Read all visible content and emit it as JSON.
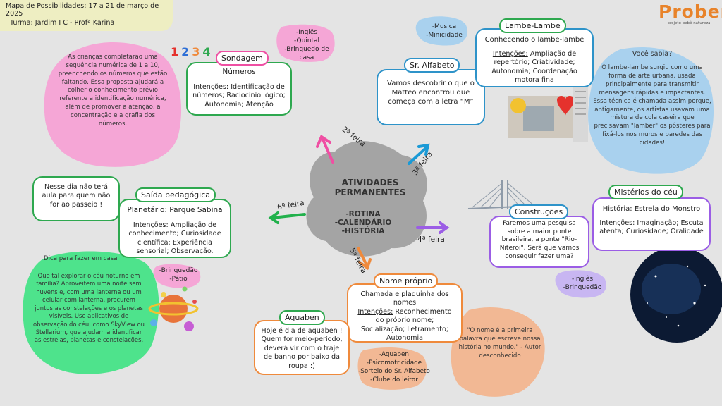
{
  "header": {
    "title": "Mapa de Possibilidades: 17 a 21 de março de 2025",
    "subtitle": "Turma: Jardim I C - Profª Karina"
  },
  "logo": {
    "text": "Proben",
    "tagline": "projeto bebê natureza"
  },
  "center": {
    "title_line1": "ATIVIDADES",
    "title_line2": "PERMANENTES",
    "items": [
      "-ROTINA",
      "-CALENDÁRIO",
      "-HISTÓRIA"
    ]
  },
  "days": {
    "d2": "2ª feira",
    "d3": "3ª feira",
    "d4": "4ª feira",
    "d5": "5ª feira",
    "d6": "6ª feira"
  },
  "sondagem": {
    "tag": "Sondagem",
    "numbers_deco": "1 2 3 4",
    "title": "Números",
    "intencoes_label": "Intenções:",
    "intencoes": "Identificação de números; Raciocínio lógico; Autonomia; Atenção",
    "extras": [
      "-Inglês",
      "-Quintal",
      "-Brinquedo de casa"
    ],
    "note": "As crianças completarão uma sequência numérica de 1 a 10, preenchendo os números que estão faltando. Essa proposta ajudará a colher o conhecimento prévio referente a identificação numérica, além de promover a atenção, a concentração e a grafia dos números."
  },
  "alfabeto": {
    "tag": "Sr. Alfabeto",
    "text": "Vamos descobrir o que o Matteo encontrou que começa com a letra “M”",
    "extras": [
      "-Musica",
      "-Minicidade"
    ]
  },
  "lambe": {
    "tag": "Lambe-Lambe",
    "title": "Conhecendo o lambe-lambe",
    "intencoes_label": "Intenções:",
    "intencoes": "Ampliação de repertório; Criatividade; Autonomia; Coordenação motora fina",
    "note_title": "Você sabia?",
    "note": "O lambe-lambe surgiu como uma forma de arte urbana, usada principalmente para transmitir mensagens rápidas e impactantes. Essa técnica é chamada assim porque, antigamente, os artistas usavam uma mistura de cola caseira que precisavam \"lamber\" os pôsteres para fixá-los nos muros e paredes das cidades!"
  },
  "misterios": {
    "tag": "Mistérios do céu",
    "title": "História: Estrela do Monstro",
    "intencoes_label": "Intenções:",
    "intencoes": "Imaginação; Escuta atenta; Curiosidade; Oralidade"
  },
  "construcoes": {
    "tag": "Construções",
    "text": "Faremos uma pesquisa sobre a maior ponte brasileira, a ponte \"Rio-Niteroi\". Será que vamos conseguir fazer uma?",
    "extras": [
      "-Inglês",
      "-Brinquedão"
    ]
  },
  "nome": {
    "tag": "Nome próprio",
    "title": "Chamada e plaquinha dos nomes",
    "intencoes_label": "Intenções:",
    "intencoes": "Reconhecimento do próprio nome; Socialização; Letramento; Autonomia",
    "quote": "\"O nome é a primeira palavra que escreve nossa história no mundo.\" - Autor desconhecido",
    "extras": [
      "-Aquaben",
      "-Psicomotricidade",
      "-Sorteio do Sr. Alfabeto",
      "-Clube do leitor"
    ]
  },
  "aquaben": {
    "tag": "Aquaben",
    "text": "Hoje é dia de aquaben ! Quem for meio-período, deverá vir com o traje de banho por baixo da roupa :)"
  },
  "saida": {
    "tag": "Saída pedagógica",
    "title": "Planetário: Parque Sabina",
    "intencoes_label": "Intenções:",
    "intencoes": "Ampliação de conhecimento; Curiosidade científica: Experiência sensorial; Observação.",
    "note": "Nesse dia não terá aula para quem não for ao passeio !",
    "extras": [
      "-Brinquedão",
      "-Pátio"
    ],
    "tip_title": "Dica para fazer em casa",
    "tip": "Que tal explorar o céu noturno em família? Aproveitem uma noite sem nuvens e, com uma lanterna ou um celular com lanterna, procurem juntos as constelações e os planetas visíveis. Use aplicativos de observação do céu, como SkyView ou Stellarium, que ajudam a identificar as estrelas, planetas e constelações."
  },
  "colors": {
    "background": "#e4e4e4",
    "pink": "#f5a6d6",
    "blue": "#a9d1ee",
    "green": "#4ee38c",
    "salmon": "#f2b894",
    "yellow": "#eeeec2",
    "border_green": "#2ea84f",
    "border_orange": "#ef8a3c",
    "border_blue": "#2e93c9",
    "border_purple": "#9b5de5",
    "arrow_pink": "#ef4fa3",
    "arrow_blue": "#1a9ad6",
    "arrow_purple": "#9b5de5",
    "arrow_orange": "#ef8a3c",
    "arrow_green": "#22b14c"
  },
  "icons": [
    "planets-illustration",
    "bridge-illustration",
    "night-sky-illustration",
    "lambe-collage-illustration",
    "cloud-blob"
  ]
}
